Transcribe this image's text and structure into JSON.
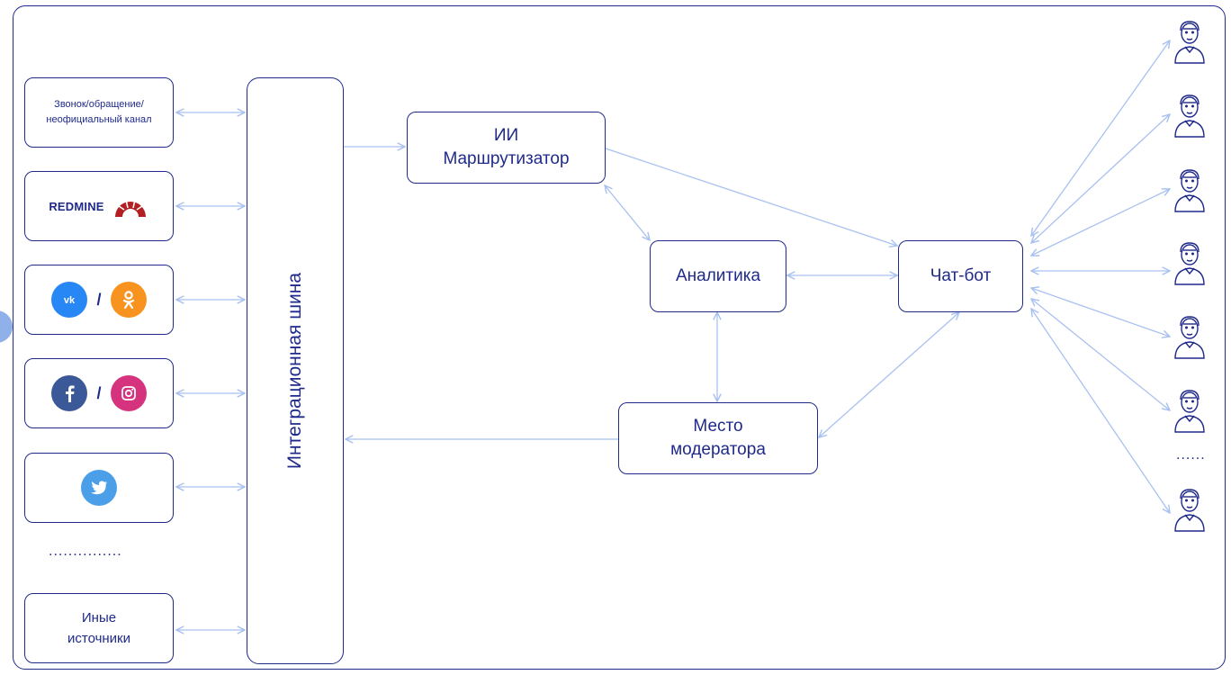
{
  "sources": {
    "call": {
      "line1": "Звонок/обращение/",
      "line2": "неофициальный канал"
    },
    "redmine": {
      "label": "REDMINE"
    },
    "vk_ok": {
      "separator": "/"
    },
    "fb_ig": {
      "separator": "/"
    },
    "others_dots": "...............",
    "other": {
      "line1": "Иные",
      "line2": "источники"
    }
  },
  "bus": {
    "label": "Интеграционная шина"
  },
  "router": {
    "line1": "ИИ",
    "line2": "Маршрутизатор"
  },
  "analytics": {
    "label": "Аналитика"
  },
  "chatbot": {
    "label": "Чат-бот"
  },
  "moderator": {
    "line1": "Место",
    "line2": "модератора"
  },
  "users_dots": "......",
  "colors": {
    "outline": "#1f2a8a",
    "arrow": "#a9c1f0",
    "accent_tab": "#8fb0e8",
    "vk": "#2787f5",
    "ok": "#f7931e",
    "facebook": "#3b5998",
    "instagram": "#d6337f",
    "twitter": "#4a9fe8",
    "redmine": "#b32024"
  },
  "icons": [
    "vk-icon",
    "odnoklassniki-icon",
    "facebook-icon",
    "instagram-icon",
    "twitter-icon",
    "redmine-logo-icon",
    "user-icon"
  ]
}
